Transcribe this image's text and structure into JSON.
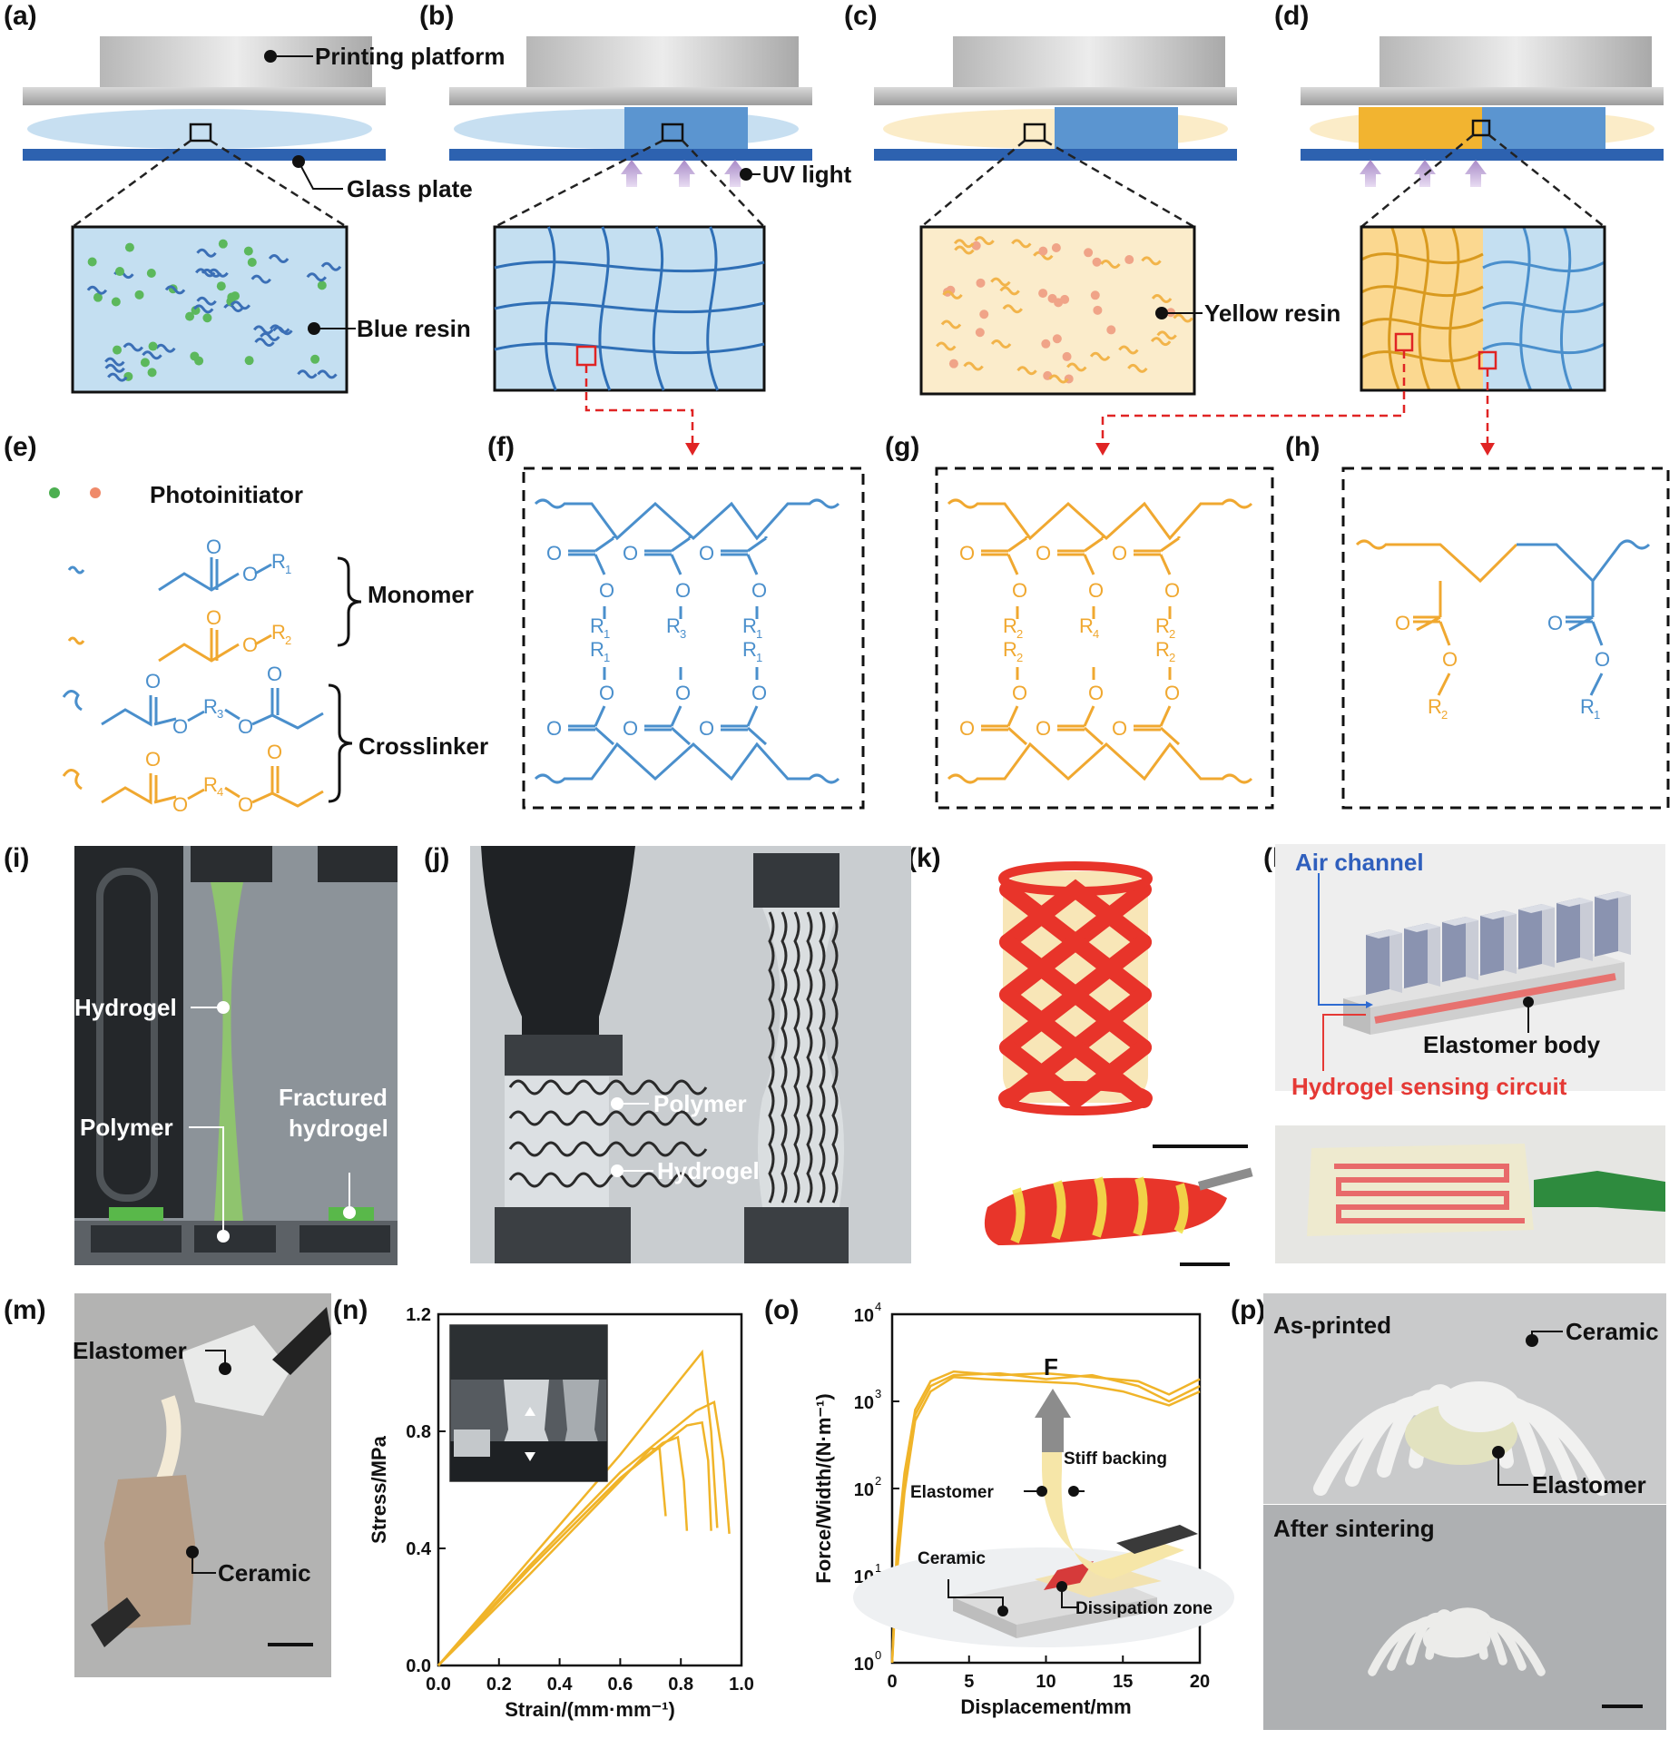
{
  "figure": {
    "panel_labels": [
      "(a)",
      "(b)",
      "(c)",
      "(d)",
      "(e)",
      "(f)",
      "(g)",
      "(h)",
      "(i)",
      "(j)",
      "(k)",
      "(l)",
      "(m)",
      "(n)",
      "(o)",
      "(p)"
    ],
    "a": {
      "platform": "Printing platform",
      "glass": "Glass plate",
      "resin": "Blue resin"
    },
    "b": {
      "uv": "UV light"
    },
    "c": {
      "resin": "Yellow resin"
    },
    "e": {
      "photoinitiator": "Photoinitiator",
      "monomer": "Monomer",
      "crosslinker": "Crosslinker"
    },
    "chem": {
      "O": "O",
      "R": "R",
      "sub1": "1",
      "sub2": "2",
      "sub3": "3",
      "sub4": "4"
    },
    "i": {
      "hydrogel": "Hydrogel",
      "polymer": "Polymer",
      "fractured1": "Fractured",
      "fractured2": "hydrogel"
    },
    "j": {
      "polymer": "Polymer",
      "hydrogel": "Hydrogel"
    },
    "l": {
      "air": "Air channel",
      "body": "Elastomer body",
      "circuit": "Hydrogel sensing circuit"
    },
    "m": {
      "elastomer": "Elastomer",
      "ceramic": "Ceramic"
    },
    "o": {
      "F": "F",
      "backing": "Stiff backing",
      "elastomer": "Elastomer",
      "ceramic": "Ceramic",
      "zone": "Dissipation zone"
    },
    "p": {
      "as_printed": "As-printed",
      "ceramic": "Ceramic",
      "elastomer": "Elastomer",
      "after": "After sintering"
    }
  },
  "chart_data": [
    {
      "type": "line",
      "panel": "(n)",
      "xlabel": "Strain/(mm·mm⁻¹)",
      "ylabel": "Stress/MPa",
      "xlim": [
        0.0,
        1.0
      ],
      "ylim": [
        0.0,
        1.2
      ],
      "xticks": [
        "0.0",
        "0.2",
        "0.4",
        "0.6",
        "0.8",
        "1.0"
      ],
      "yticks": [
        "0.0",
        "0.4",
        "0.8",
        "1.2"
      ],
      "color": "#f0b429",
      "series": [
        {
          "x": [
            0,
            0.3,
            0.6,
            0.8,
            0.87,
            0.9,
            0.92
          ],
          "y": [
            0,
            0.36,
            0.72,
            0.98,
            1.07,
            0.8,
            0.47
          ]
        },
        {
          "x": [
            0,
            0.3,
            0.6,
            0.85,
            0.91,
            0.94,
            0.96
          ],
          "y": [
            0,
            0.34,
            0.66,
            0.87,
            0.9,
            0.7,
            0.45
          ]
        },
        {
          "x": [
            0,
            0.3,
            0.6,
            0.82,
            0.87,
            0.89,
            0.9
          ],
          "y": [
            0,
            0.33,
            0.64,
            0.82,
            0.83,
            0.7,
            0.46
          ]
        },
        {
          "x": [
            0,
            0.3,
            0.6,
            0.74,
            0.79,
            0.81,
            0.82
          ],
          "y": [
            0,
            0.33,
            0.64,
            0.76,
            0.78,
            0.63,
            0.46
          ]
        },
        {
          "x": [
            0,
            0.3,
            0.6,
            0.7,
            0.73,
            0.75
          ],
          "y": [
            0,
            0.31,
            0.63,
            0.74,
            0.74,
            0.51
          ]
        }
      ]
    },
    {
      "type": "line",
      "panel": "(o)",
      "xlabel": "Displacement/mm",
      "ylabel": "Force/Width/(N·m⁻¹)",
      "yscale": "log",
      "xlim": [
        0,
        20
      ],
      "ylim": [
        1,
        10000
      ],
      "xticks": [
        "0",
        "5",
        "10",
        "15",
        "20"
      ],
      "ytick_exps": [
        "0",
        "1",
        "2",
        "3",
        "4"
      ],
      "ytick_base": "10",
      "color": "#f0b429",
      "series": [
        {
          "x": [
            0,
            0.3,
            0.8,
            1.5,
            2.5,
            4,
            7,
            10,
            13,
            16,
            18,
            20
          ],
          "y": [
            1,
            20,
            150,
            800,
            1700,
            2200,
            2000,
            2100,
            1900,
            1700,
            1200,
            1800
          ]
        },
        {
          "x": [
            0,
            0.3,
            0.8,
            1.5,
            2.5,
            4,
            7,
            10,
            13,
            16,
            18,
            20
          ],
          "y": [
            1,
            15,
            120,
            700,
            1500,
            2000,
            2100,
            1800,
            2000,
            1500,
            1000,
            1500
          ]
        },
        {
          "x": [
            0,
            0.3,
            0.8,
            1.5,
            2.5,
            4,
            6,
            9,
            12,
            15,
            18,
            20
          ],
          "y": [
            1,
            10,
            90,
            600,
            1300,
            1900,
            1800,
            1700,
            1600,
            1300,
            900,
            1300
          ]
        }
      ]
    }
  ]
}
